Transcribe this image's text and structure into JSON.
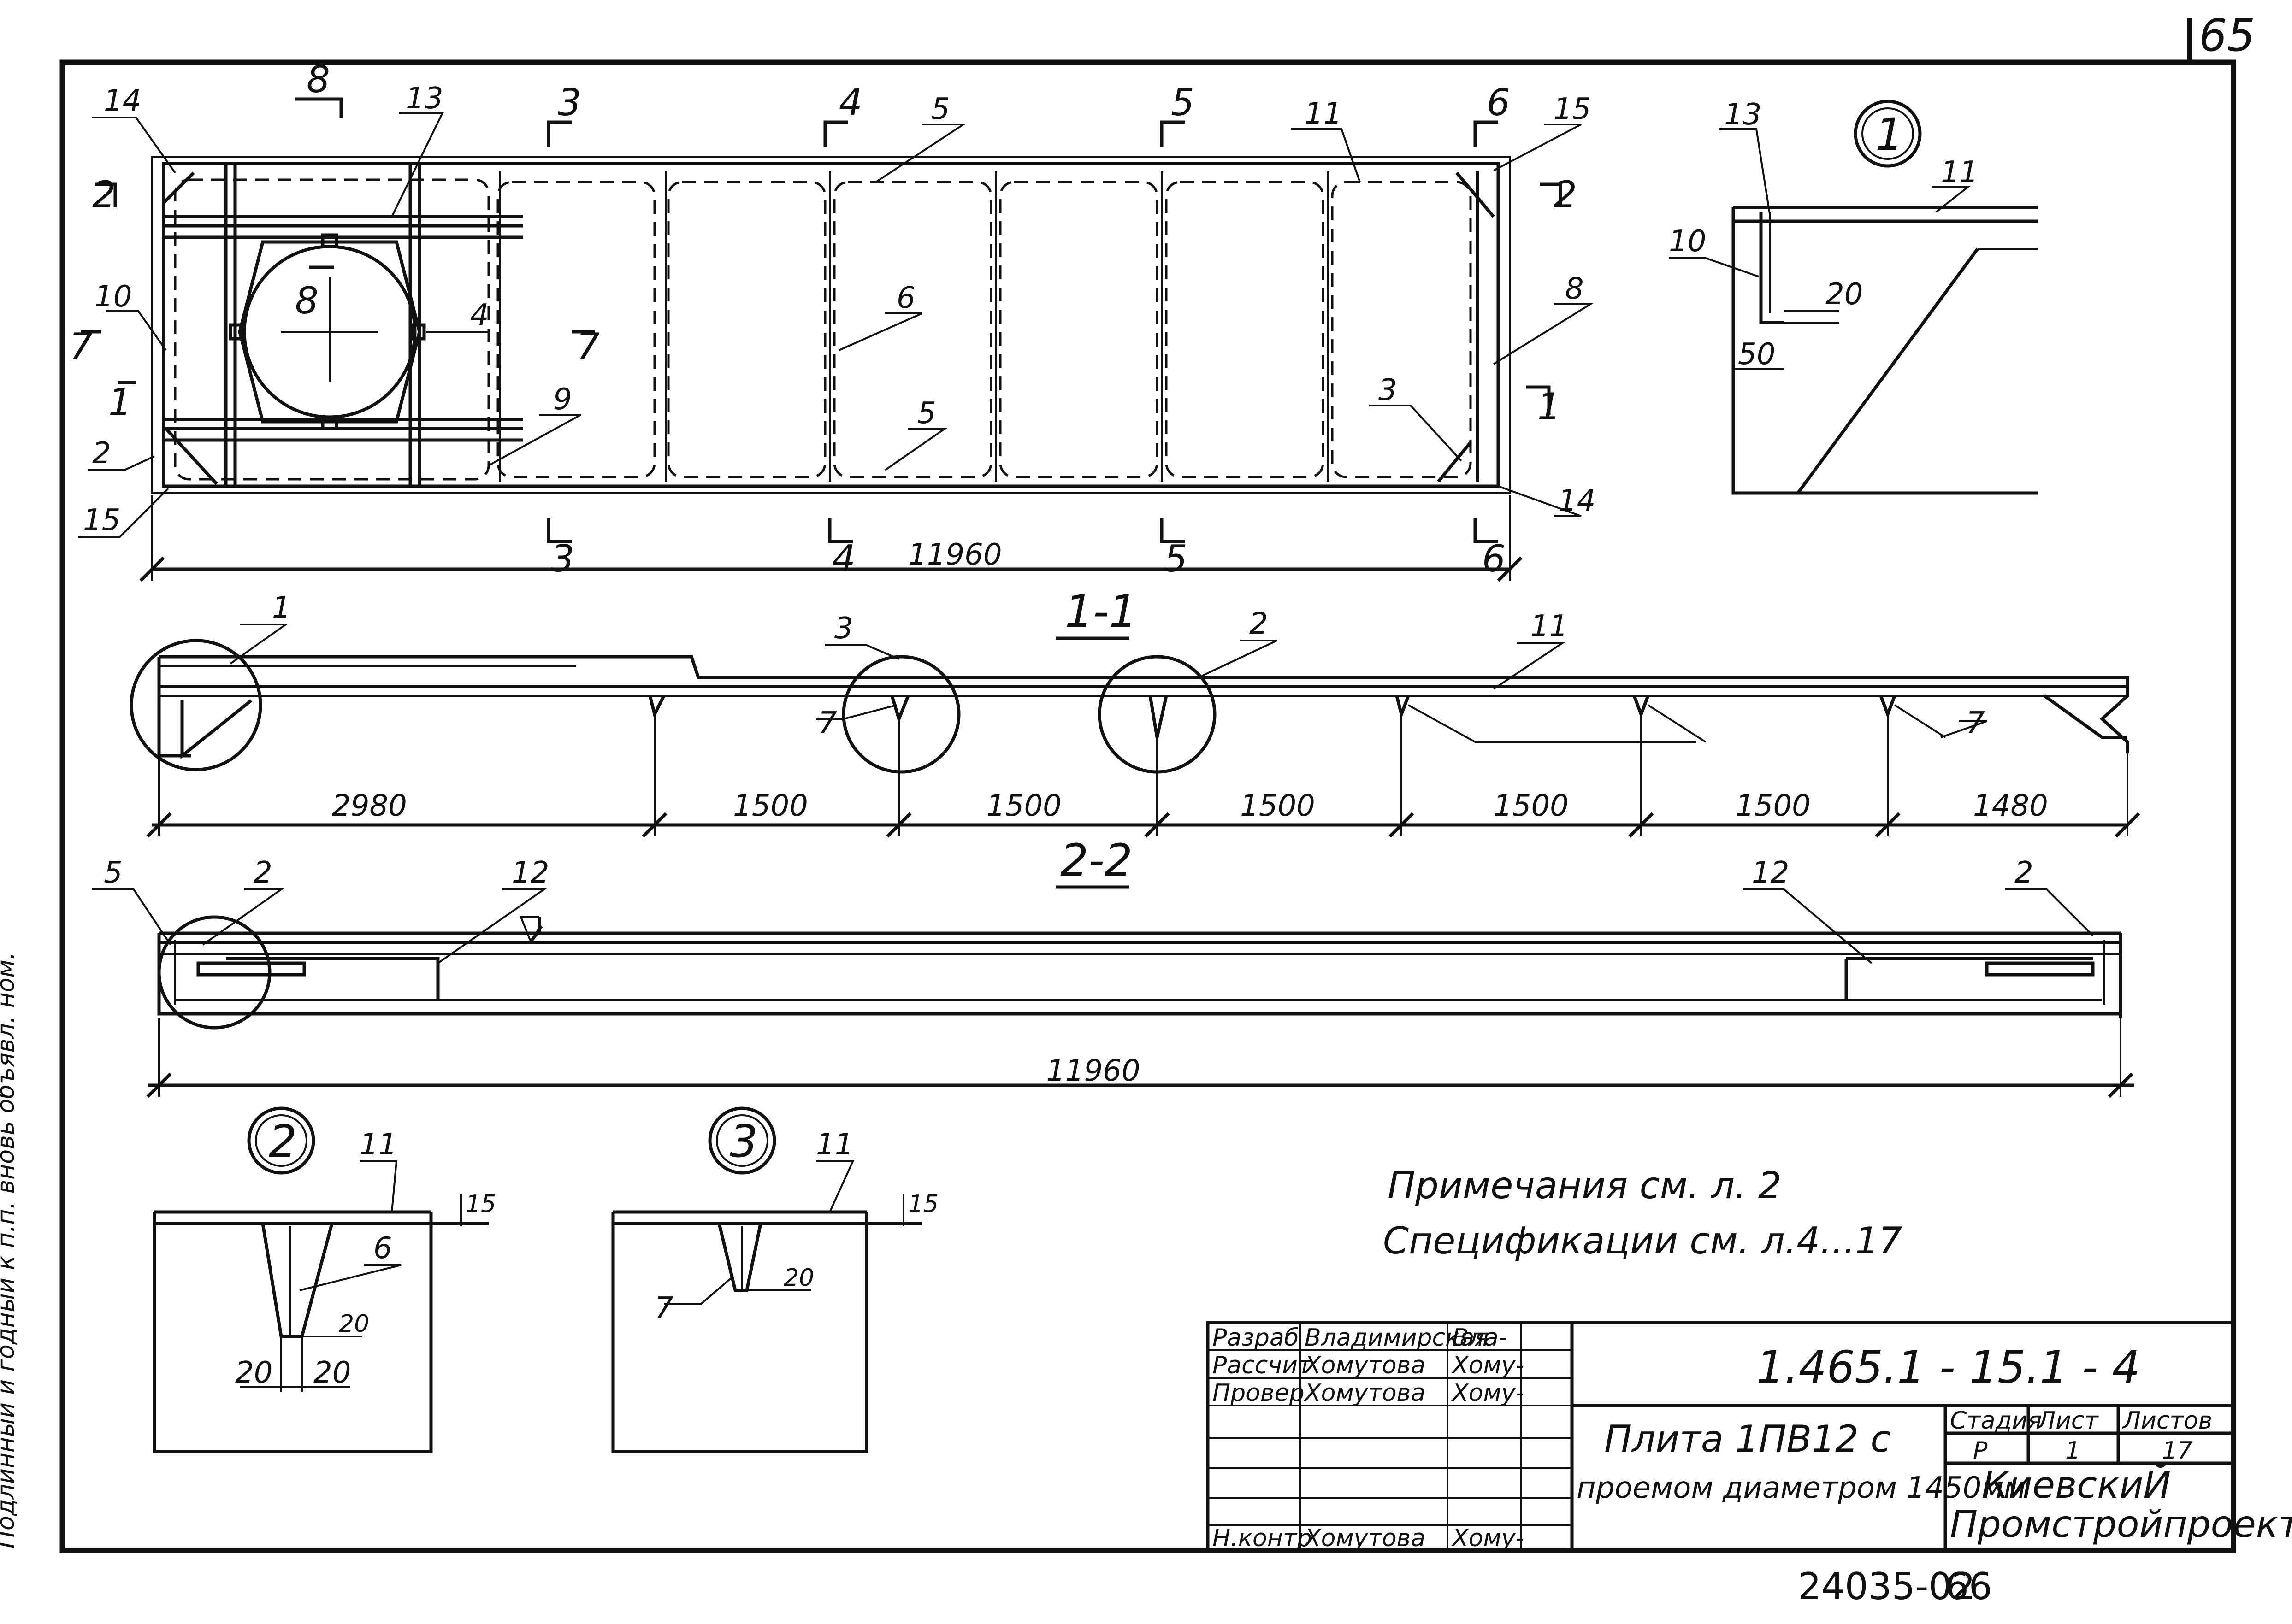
{
  "page": {
    "sheet_number": "65",
    "bottom_code": "24035-02",
    "bottom_page": "66",
    "side_stamp": "Подлинный и годный к п.п. вновь объявл. ном."
  },
  "plan": {
    "overall_dim": "11960",
    "section_marks": [
      "8",
      "3",
      "4",
      "5",
      "6",
      "2",
      "2",
      "7",
      "7",
      "1",
      "1",
      "3",
      "4",
      "5",
      "6",
      "8"
    ],
    "callouts": [
      "14",
      "13",
      "5",
      "11",
      "15",
      "2",
      "10",
      "4",
      "6",
      "8",
      "3",
      "9",
      "5",
      "2",
      "15",
      "14"
    ]
  },
  "detail1": {
    "title": "1",
    "labels": [
      "13",
      "11",
      "10",
      "20",
      "50"
    ]
  },
  "section11": {
    "title": "1-1",
    "callouts": [
      "1",
      "3",
      "2",
      "11",
      "7",
      "7"
    ],
    "dims": [
      "2980",
      "1500",
      "1500",
      "1500",
      "1500",
      "1500",
      "1480"
    ]
  },
  "section22": {
    "title": "2-2",
    "callouts": [
      "5",
      "2",
      "12",
      "12",
      "2"
    ],
    "overall_dim": "11960"
  },
  "detail2": {
    "title": "2",
    "labels": [
      "11",
      "15",
      "6",
      "20",
      "20",
      "20"
    ]
  },
  "detail3": {
    "title": "3",
    "labels": [
      "11",
      "15",
      "7",
      "20"
    ]
  },
  "notes": {
    "line1": "Примечания см. л. 2",
    "line2": "Спецификации см. л.4...17"
  },
  "title_block": {
    "doc_code": "1.465.1 - 15.1 - 4",
    "roles": [
      "Разраб",
      "Рассчит",
      "Провер",
      "",
      "",
      "Н.контр"
    ],
    "names": [
      "Владимирская",
      "Хомутова",
      "Хомутова",
      "",
      "",
      "Хомутова"
    ],
    "signatures": [
      "Вла-",
      "Хому-",
      "Хому-",
      "",
      "",
      "Хому-"
    ],
    "description_line1": "Плита 1ПВ12 с",
    "description_line2": "проемом диаметром 1450мм",
    "stage_header": "Стадия",
    "sheet_header": "Лист",
    "sheets_header": "Листов",
    "stage": "Р",
    "sheet": "1",
    "sheets": "17",
    "org_line1": "КиевскиЙ",
    "org_line2": "Промстройпроект"
  }
}
